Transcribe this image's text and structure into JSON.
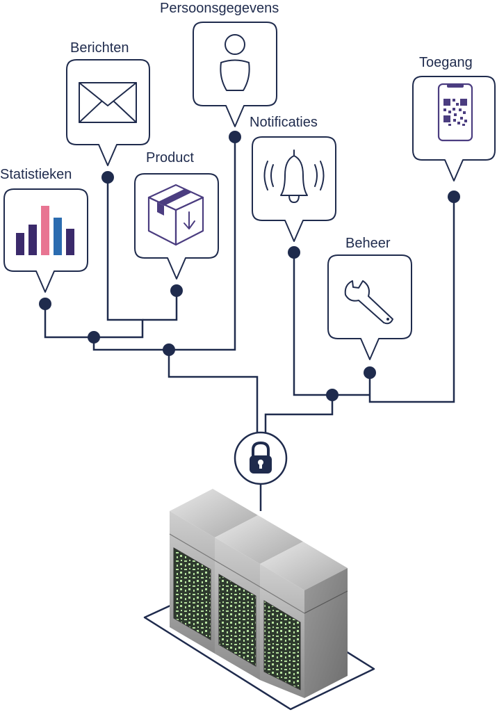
{
  "labels": {
    "statistieken": "Statistieken",
    "berichten": "Berichten",
    "product": "Product",
    "persoonsgegevens": "Persoonsgegevens",
    "notificaties": "Notificaties",
    "beheer": "Beheer",
    "toegang": "Toegang"
  },
  "colors": {
    "navy": "#1f2b4d",
    "bar_purple": "#3b2a6b",
    "bar_pink": "#e87592",
    "bar_blue": "#2b6cb0",
    "product_purple": "#4b3d80",
    "server_screen": "#2e3a2e",
    "server_led": "#b7e3a0"
  },
  "icons": {
    "statistieken": "bar-chart-icon",
    "berichten": "envelope-icon",
    "product": "package-icon",
    "persoonsgegevens": "person-icon",
    "notificaties": "bell-icon",
    "beheer": "wrench-icon",
    "toegang": "qr-phone-icon",
    "center": "padlock-icon",
    "bottom": "server-rack-icon"
  }
}
